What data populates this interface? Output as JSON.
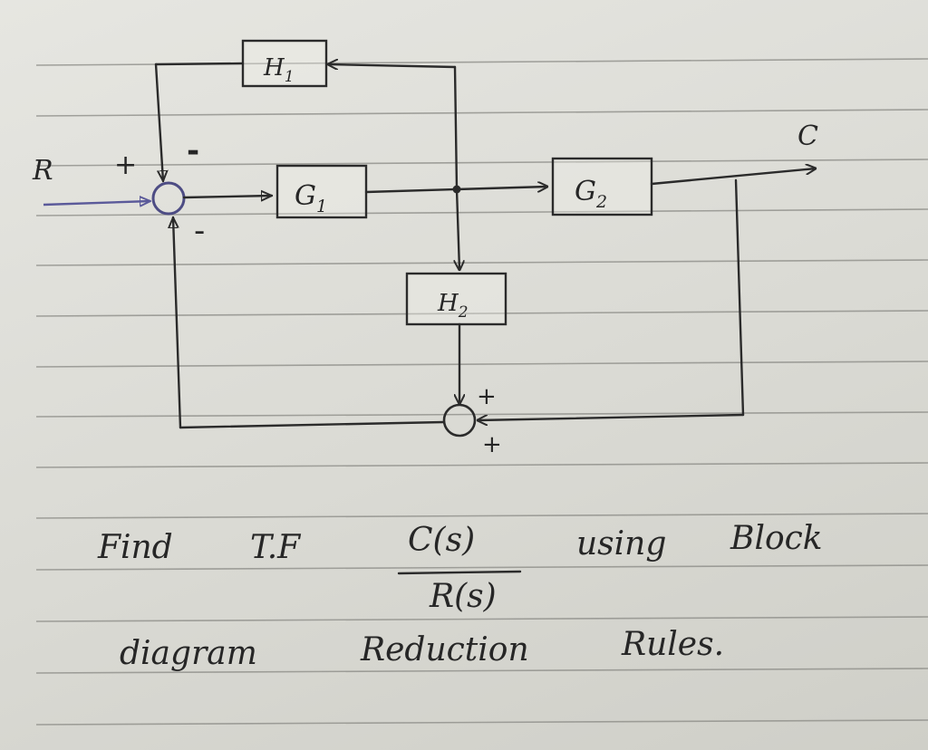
{
  "diagram": {
    "input_label": "R",
    "output_label": "C",
    "blocks": {
      "g1": "G",
      "g1_sub": "1",
      "g2": "G",
      "g2_sub": "2",
      "h1": "H",
      "h1_sub": "1",
      "h2": "H",
      "h2_sub": "2"
    },
    "summing_junction_1": {
      "signs": {
        "top_left": "+",
        "top_right": "-",
        "bottom": "-"
      }
    },
    "summing_junction_2": {
      "signs": {
        "top": "+",
        "right": "+"
      }
    }
  },
  "question": {
    "line1_words": [
      "Find",
      "T.F",
      "using",
      "Block"
    ],
    "fraction_numerator": "C(s)",
    "fraction_denominator": "R(s)",
    "line2_words": [
      "diagram",
      "Reduction",
      "Rules."
    ]
  },
  "colors": {
    "ink": "#2b2b2b",
    "paper": "#e0e0db",
    "ruled_line": "#8f8f8a",
    "input_arrow": "#5b5a9a"
  }
}
